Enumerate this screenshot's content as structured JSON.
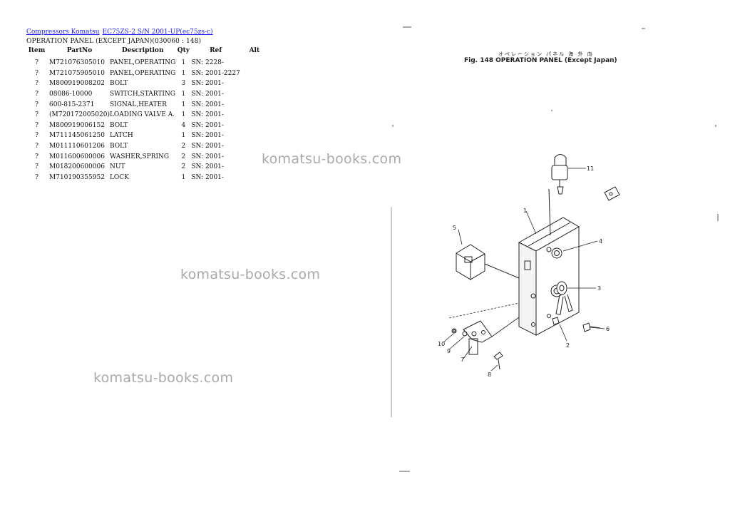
{
  "breadcrumb": {
    "link1": "Compressors Komatsu",
    "link2": "EC75ZS-2 S/N 2001-UP(ec75zs-c)"
  },
  "page_title": "OPERATION PANEL (EXCEPT JAPAN)(030060 : 148)",
  "table": {
    "headers": {
      "item": "Item",
      "part_no": "PartNo",
      "description": "Description",
      "qty": "Qty",
      "ref": "Ref",
      "alt": "Alt"
    },
    "rows": [
      {
        "item": "?",
        "part_no": "M721076305010",
        "description": "PANEL,OPERATING",
        "qty": "1",
        "ref": "SN: 2228-",
        "alt": ""
      },
      {
        "item": "?",
        "part_no": "M721075905010",
        "description": "PANEL,OPERATING",
        "qty": "1",
        "ref": "SN: 2001-2227",
        "alt": ""
      },
      {
        "item": "?",
        "part_no": "M800919008202",
        "description": "BOLT",
        "qty": "3",
        "ref": "SN: 2001-",
        "alt": ""
      },
      {
        "item": "?",
        "part_no": "08086-10000",
        "description": "SWITCH,STARTING",
        "qty": "1",
        "ref": "SN: 2001-",
        "alt": ""
      },
      {
        "item": "?",
        "part_no": "600-815-2371",
        "description": "SIGNAL,HEATER",
        "qty": "1",
        "ref": "SN: 2001-",
        "alt": ""
      },
      {
        "item": "?",
        "part_no": "(M720172005020)",
        "description": "LOADING VALVE A.",
        "qty": "1",
        "ref": "SN: 2001-",
        "alt": ""
      },
      {
        "item": "?",
        "part_no": "M800919006152",
        "description": "BOLT",
        "qty": "4",
        "ref": "SN: 2001-",
        "alt": ""
      },
      {
        "item": "?",
        "part_no": "M711145061250",
        "description": "LATCH",
        "qty": "1",
        "ref": "SN: 2001-",
        "alt": ""
      },
      {
        "item": "?",
        "part_no": "M011110601206",
        "description": "BOLT",
        "qty": "2",
        "ref": "SN: 2001-",
        "alt": ""
      },
      {
        "item": "?",
        "part_no": "M011600600006",
        "description": "WASHER,SPRING",
        "qty": "2",
        "ref": "SN: 2001-",
        "alt": ""
      },
      {
        "item": "?",
        "part_no": "M018200600006",
        "description": "NUT",
        "qty": "2",
        "ref": "SN: 2001-",
        "alt": ""
      },
      {
        "item": "?",
        "part_no": "M710190355952",
        "description": "LOCK",
        "qty": "1",
        "ref": "SN: 2001-",
        "alt": ""
      }
    ]
  },
  "watermark_text": "komatsu-books.com",
  "figure": {
    "caption": "Fig. 148  OPERATION PANEL (Except Japan)",
    "caption_jp": "オペレーション パネル 海 外 向",
    "callouts": [
      "1",
      "2",
      "3",
      "4",
      "5",
      "6",
      "7",
      "8",
      "9",
      "10",
      "11"
    ]
  }
}
